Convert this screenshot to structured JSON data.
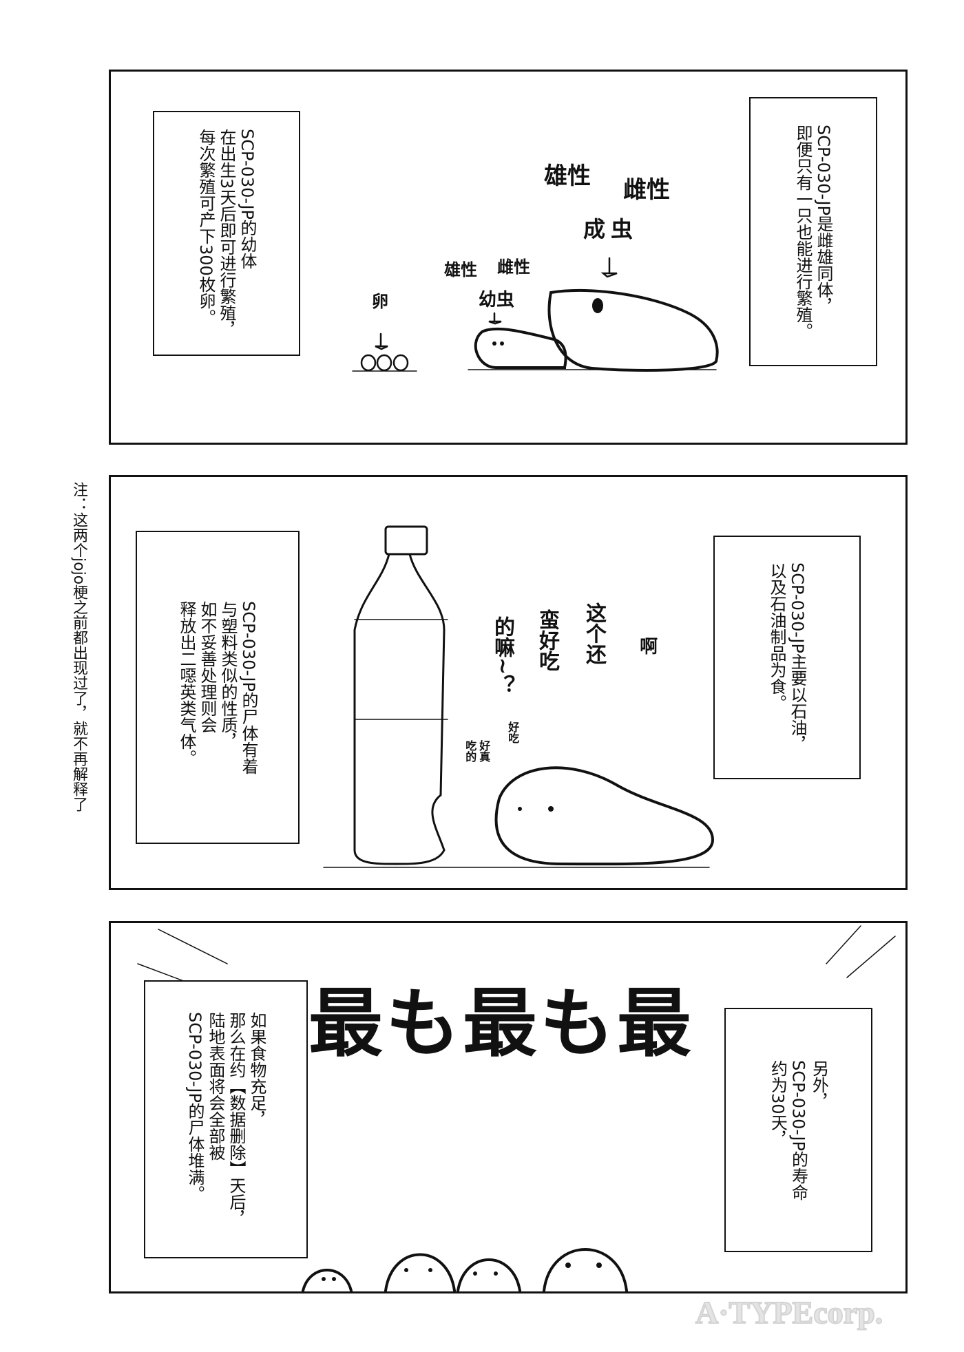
{
  "panels": [
    {
      "caption_left": [
        "SCP-030-JP的幼体",
        "在出生3天后即可进行繁殖，",
        "每次繁殖可产下300枚卵。"
      ],
      "caption_right": [
        "SCP-030-JP是雌雄同体，",
        "即便只有一只也能进行繁殖。"
      ],
      "labels": {
        "egg": "卵",
        "larva": "幼虫",
        "adult": "成虫",
        "male": "雄性",
        "female": "雌性"
      }
    },
    {
      "caption_left": [
        "SCP-030-JP的尸体有着",
        "与塑料类似的性质，",
        "如不妥善处理则会",
        "释放出二噁英类气体。"
      ],
      "caption_right": [
        "SCP-030-JP主要以石油，",
        "以及石油制品为食。"
      ],
      "speech": [
        "这个还",
        "蛮好吃",
        "的嘛~？",
        "啊"
      ],
      "small_speech": [
        "好吃",
        "好真",
        "吃的"
      ]
    },
    {
      "caption_left": [
        "如果食物充足，",
        "那么在约【数据删除】天后，",
        "陆地表面将会全部被",
        "SCP-030-JP的尸体堆满。"
      ],
      "caption_right": [
        "另外，",
        "SCP-030-JP的寿命",
        "约为30天，"
      ],
      "big_text": "最も最も最"
    }
  ],
  "note": "注：这两个jojo梗之前都出现过了，就不再解释了",
  "watermark": "A·TYPEcorp."
}
